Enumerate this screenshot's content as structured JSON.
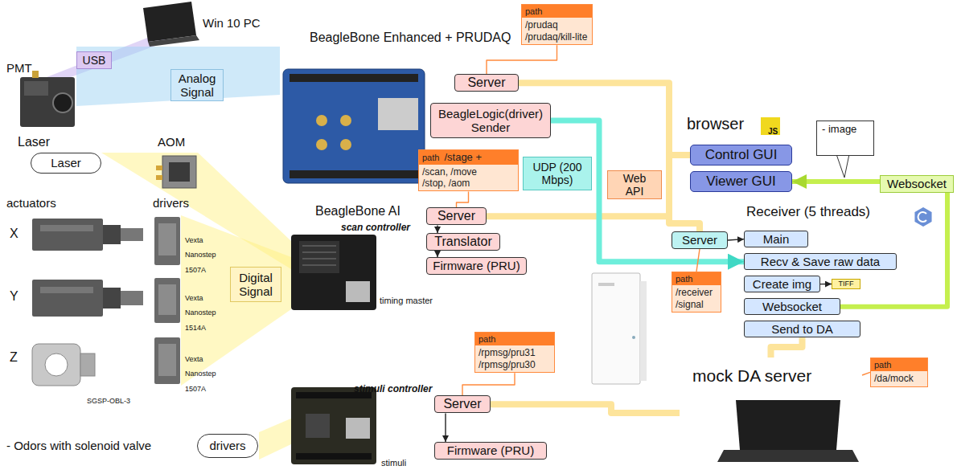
{
  "diagram": {
    "nodes": [
      {
        "text": [
          "USB"
        ]
      },
      {
        "text": [
          "Analog Signal"
        ]
      },
      {
        "text": [
          "Laser"
        ]
      },
      {
        "text": [
          "Digital Signal"
        ]
      },
      {
        "text": [
          "drivers"
        ]
      },
      {
        "text": [
          "BeagleBone Enhanced + PRUDAQ"
        ]
      },
      {
        "text": [
          "Server"
        ],
        "in": 5
      },
      {
        "text": [
          "BeagleLogic(driver) Sender"
        ],
        "in": 5
      },
      {
        "text": [
          "path",
          "/prudaq /prudaq/kill-lite"
        ]
      },
      {
        "text": [
          "BeagleBone AI",
          "scan controller",
          "timing master"
        ]
      },
      {
        "text": [
          "Server"
        ],
        "in": 9
      },
      {
        "text": [
          "Translator"
        ],
        "in": 9
      },
      {
        "text": [
          "Firmware (PRU)"
        ],
        "in": 9
      },
      {
        "text": [
          "path",
          "/stage +",
          "/scan, /move /stop, /aom"
        ]
      },
      {
        "text": [
          "stimuli controller",
          "stimuli"
        ]
      },
      {
        "text": [
          "Server"
        ],
        "in": 14
      },
      {
        "text": [
          "Firmware (PRU)"
        ],
        "in": 14
      },
      {
        "text": [
          "path",
          "/rpmsg/pru31 /rpmsg/pru30"
        ]
      },
      {
        "text": [
          "UDP (200 Mbps)"
        ]
      },
      {
        "text": [
          "Web API"
        ]
      },
      {
        "text": [
          "browser"
        ]
      },
      {
        "text": [
          "Control GUI"
        ],
        "in": 20
      },
      {
        "text": [
          "Viewer GUI"
        ],
        "in": 20
      },
      {
        "text": [
          "- image"
        ]
      },
      {
        "text": [
          "Websocket"
        ]
      },
      {
        "text": [
          "Receiver (5 threads)"
        ]
      },
      {
        "text": [
          "Server"
        ]
      },
      {
        "text": [
          "Main"
        ],
        "in": 25
      },
      {
        "text": [
          "Recv & Save raw data"
        ],
        "in": 25
      },
      {
        "text": [
          "Create img"
        ],
        "in": 25
      },
      {
        "text": [
          "TIFF"
        ],
        "in": 25
      },
      {
        "text": [
          "Websocket"
        ],
        "in": 25
      },
      {
        "text": [
          "Send to DA"
        ],
        "in": 25
      },
      {
        "text": [
          "path",
          "/receiver /signal"
        ]
      },
      {
        "text": [
          "mock DA server"
        ]
      },
      {
        "text": [
          "path",
          "/da/mock"
        ]
      }
    ],
    "edges": [
      {
        "from": 6,
        "to": 21,
        "arrow": "none"
      },
      {
        "from": 10,
        "to": 21,
        "arrow": "none"
      },
      {
        "from": 21,
        "to": 26,
        "arrow": "none"
      },
      {
        "from": 26,
        "to": 27,
        "arrow": "to"
      },
      {
        "from": 7,
        "to": 28,
        "arrow": "to"
      },
      {
        "from": 29,
        "to": 30,
        "arrow": "to"
      },
      {
        "from": 31,
        "to": 22,
        "arrow": "to"
      },
      {
        "from": 32,
        "to": 34,
        "arrow": "none"
      },
      {
        "from": 15,
        "to": 34,
        "arrow": "none"
      },
      {
        "from": 10,
        "to": 11,
        "arrow": "to"
      },
      {
        "from": 11,
        "to": 12,
        "arrow": "to"
      },
      {
        "from": 15,
        "to": 16,
        "arrow": "to"
      },
      {
        "from": 8,
        "to": 6,
        "arrow": "none"
      },
      {
        "from": 13,
        "to": 10,
        "arrow": "none"
      },
      {
        "from": 17,
        "to": 15,
        "arrow": "none"
      },
      {
        "from": 33,
        "to": 26,
        "arrow": "none"
      },
      {
        "from": 35,
        "to": 34,
        "arrow": "none"
      }
    ],
    "labels": [
      "PMT",
      "Win 10 PC",
      "Laser",
      "AOM",
      "actuators",
      "drivers",
      "X",
      "Y",
      "Z",
      "Vexta Nanostep 1507A",
      "Vexta Nanostep 1514A",
      "Vexta Nanostep 1507A",
      "SGSP-OBL-3",
      "- Odors with solenoid valve",
      "JS"
    ]
  }
}
